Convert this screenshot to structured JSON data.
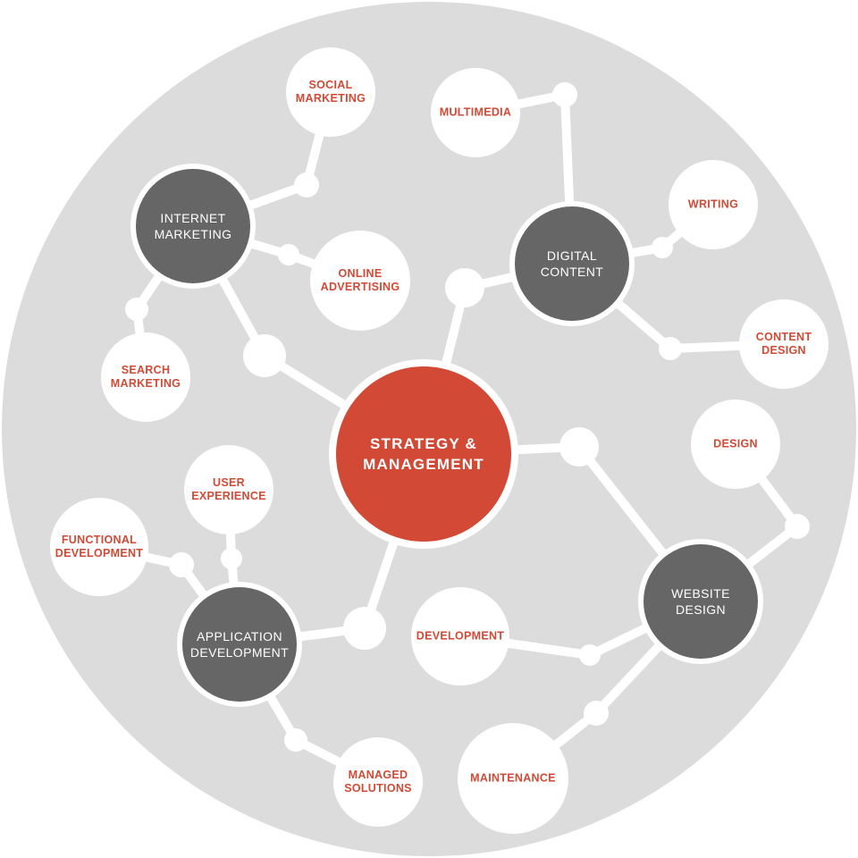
{
  "colors": {
    "background_disc": "#dcdcdc",
    "connector": "#ffffff",
    "leaf_fill": "#ffffff",
    "leaf_text": "#d24a35",
    "hub_fill": "#666666",
    "hub_text": "#ffffff",
    "center_fill": "#d24a35",
    "center_text": "#ffffff"
  },
  "center": {
    "label": "STRATEGY &\nMANAGEMENT"
  },
  "hubs": {
    "internet_marketing": "INTERNET\nMARKETING",
    "digital_content": "DIGITAL\nCONTENT",
    "website_design": "WEBSITE\nDESIGN",
    "application_development": "APPLICATION\nDEVELOPMENT"
  },
  "leaves": {
    "social_marketing": "SOCIAL\nMARKETING",
    "online_advertising": "ONLINE\nADVERTISING",
    "search_marketing": "SEARCH\nMARKETING",
    "multimedia": "MULTIMEDIA",
    "writing": "WRITING",
    "content_design": "CONTENT\nDESIGN",
    "design": "DESIGN",
    "development": "DEVELOPMENT",
    "maintenance": "MAINTENANCE",
    "user_experience": "USER\nEXPERIENCE",
    "functional_development": "FUNCTIONAL\nDEVELOPMENT",
    "managed_solutions": "MANAGED\nSOLUTIONS"
  }
}
